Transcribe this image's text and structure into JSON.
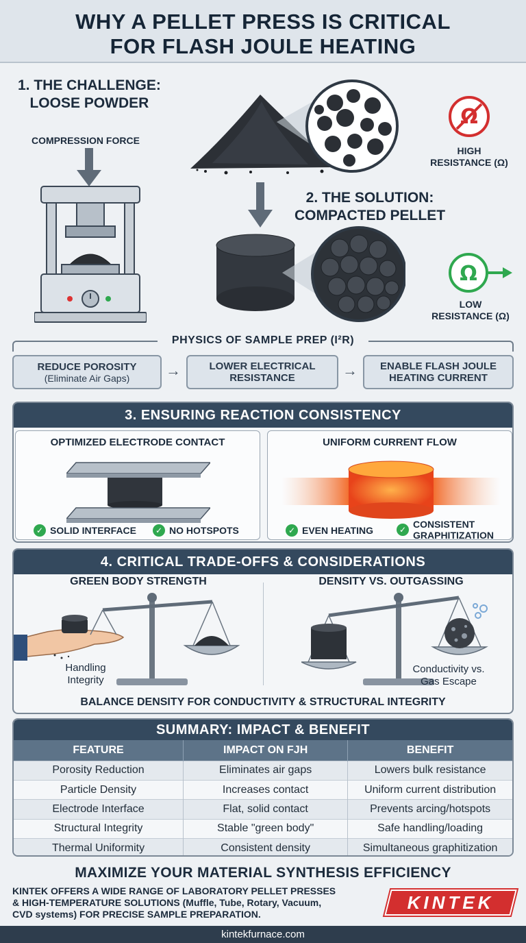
{
  "title": {
    "line1": "WHY A PELLET PRESS IS CRITICAL",
    "line2": "FOR FLASH JOULE HEATING"
  },
  "challenge": {
    "heading_line1": "1. THE CHALLENGE:",
    "heading_line2": "LOOSE POWDER",
    "compression_label": "COMPRESSION FORCE",
    "resistance_label_line1": "HIGH",
    "resistance_label_line2": "RESISTANCE (Ω)",
    "resistance_icon": "no-ohm-icon"
  },
  "solution": {
    "heading_line1": "2. THE SOLUTION:",
    "heading_line2": "COMPACTED PELLET",
    "resistance_label_line1": "LOW",
    "resistance_label_line2": "RESISTANCE (Ω)",
    "resistance_icon": "ohm-arrow-icon"
  },
  "physics": {
    "title": "PHYSICS OF SAMPLE PREP (I²R)",
    "steps": [
      {
        "line1": "REDUCE POROSITY",
        "line2": "(Eliminate Air Gaps)"
      },
      {
        "line1": "LOWER ELECTRICAL",
        "line2": "RESISTANCE"
      },
      {
        "line1": "ENABLE FLASH JOULE",
        "line2": "HEATING CURRENT"
      }
    ]
  },
  "consistency": {
    "heading": "3. ENSURING REACTION CONSISTENCY",
    "left": {
      "title": "OPTIMIZED ELECTRODE CONTACT",
      "checks": [
        "SOLID INTERFACE",
        "NO HOTSPOTS"
      ]
    },
    "right": {
      "title": "UNIFORM CURRENT FLOW",
      "checks": [
        "EVEN HEATING",
        "CONSISTENT",
        "GRAPHITIZATION"
      ]
    }
  },
  "tradeoffs": {
    "heading": "4. CRITICAL TRADE-OFFS & CONSIDERATIONS",
    "left_title": "GREEN BODY STRENGTH",
    "left_caption_line1": "Handling",
    "left_caption_line2": "Integrity",
    "right_title": "DENSITY VS. OUTGASSING",
    "right_caption_line1": "Conductivity vs.",
    "right_caption_line2": "Gas Escape",
    "footer": "BALANCE DENSITY FOR CONDUCTIVITY & STRUCTURAL INTEGRITY"
  },
  "summary": {
    "heading": "SUMMARY: IMPACT & BENEFIT",
    "columns": [
      "FEATURE",
      "IMPACT ON FJH",
      "BENEFIT"
    ],
    "rows": [
      [
        "Porosity Reduction",
        "Eliminates air gaps",
        "Lowers bulk resistance"
      ],
      [
        "Particle Density",
        "Increases contact",
        "Uniform current distribution"
      ],
      [
        "Electrode Interface",
        "Flat, solid contact",
        "Prevents arcing/hotspots"
      ],
      [
        "Structural Integrity",
        "Stable \"green body\"",
        "Safe handling/loading"
      ],
      [
        "Thermal Uniformity",
        "Consistent density",
        "Simultaneous graphitization"
      ]
    ]
  },
  "cta": {
    "heading": "MAXIMIZE YOUR MATERIAL SYNTHESIS EFFICIENCY",
    "line1": "KINTEK OFFERS A WIDE RANGE OF LABORATORY PELLET PRESSES",
    "line2": "& HIGH-TEMPERATURE SOLUTIONS (Muffle, Tube, Rotary, Vacuum,",
    "line3": "CVD systems) FOR PRECISE SAMPLE PREPARATION.",
    "logo_text": "KINTEK",
    "url": "kintekfurnace.com"
  },
  "colors": {
    "navy": "#34495e",
    "red": "#d32f2f",
    "green": "#2fa84f",
    "heat": "#f25a1a"
  }
}
